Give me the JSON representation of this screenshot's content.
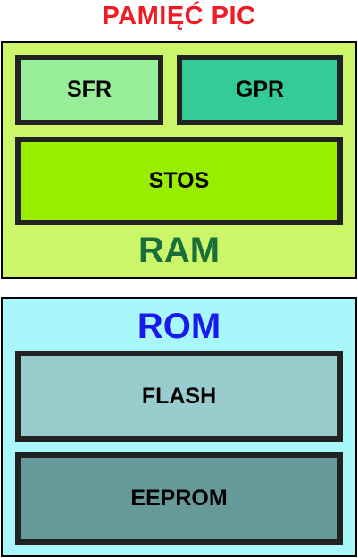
{
  "title": {
    "text": "PAMIĘĆ PIC",
    "color": "#ee1c24"
  },
  "ram": {
    "label": "RAM",
    "label_color": "#1a6e3a",
    "background": "#ccf66a",
    "blocks": [
      {
        "label": "SFR",
        "color": "#99ee99"
      },
      {
        "label": "GPR",
        "color": "#33cc99"
      },
      {
        "label": "STOS",
        "color": "#99ee00"
      }
    ]
  },
  "rom": {
    "label": "ROM",
    "label_color": "#1a1aee",
    "background": "#a8f8fb",
    "blocks": [
      {
        "label": "FLASH",
        "color": "#99cccc"
      },
      {
        "label": "EEPROM",
        "color": "#669999"
      }
    ]
  }
}
